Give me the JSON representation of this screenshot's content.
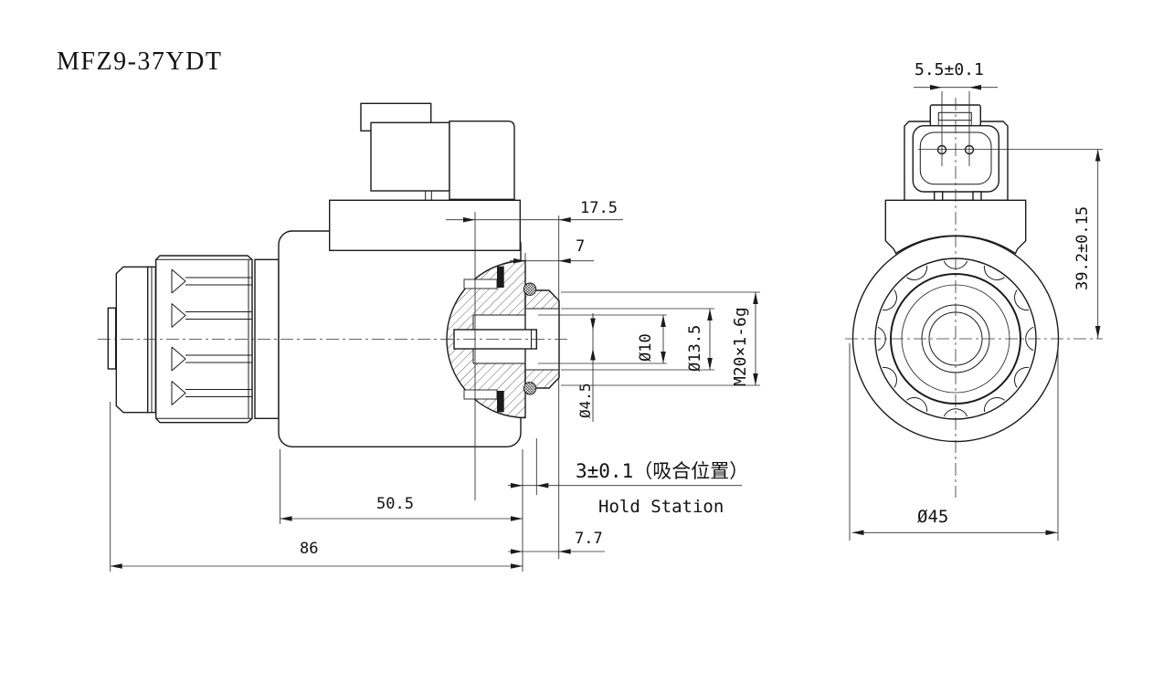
{
  "title": "MFZ9-37YDT",
  "side_view": {
    "dim_17_5": "17.5",
    "dim_7": "7",
    "dim_d10": "Ø10",
    "dim_d13_5": "Ø13.5",
    "dim_m20": "M20×1-6g",
    "dim_d4_5": "Ø4.5",
    "dim_pull_position": "3±0.1（吸合位置）",
    "dim_hold_station": "Hold Station",
    "dim_7_7": "7.7",
    "dim_50_5": "50.5",
    "dim_86": "86"
  },
  "front_view": {
    "dim_pin_pitch": "5.5±0.1",
    "dim_height": "39.2±0.15",
    "dim_outer_dia": "Ø45"
  }
}
